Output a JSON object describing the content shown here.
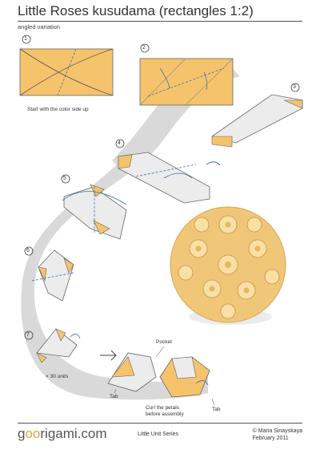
{
  "header": {
    "title": "Little Roses kusudama (rectangles 1:2)",
    "subtitle": "angled variation"
  },
  "steps": [
    "1",
    "2",
    "3",
    "4",
    "5",
    "6",
    "7"
  ],
  "labels": {
    "start_note": "Start with the color side up",
    "units_note": "× 30 units",
    "pocket": "Pocket",
    "tab_left": "Tab",
    "tab_right": "Tab",
    "curl_line1": "Curl the petals",
    "curl_line2": "before assembly"
  },
  "footer": {
    "brand_prefix": "g",
    "brand_oo": "oo",
    "brand_suffix": "rigami.com",
    "series": "Little Unit Series",
    "author": "© Maria Sinayskaya",
    "date": "February 2011"
  },
  "colors": {
    "paper": "#f5c36b",
    "paper_back": "#ececec",
    "swoosh": "#d6d6d6",
    "kusudama": "#f0c678"
  }
}
